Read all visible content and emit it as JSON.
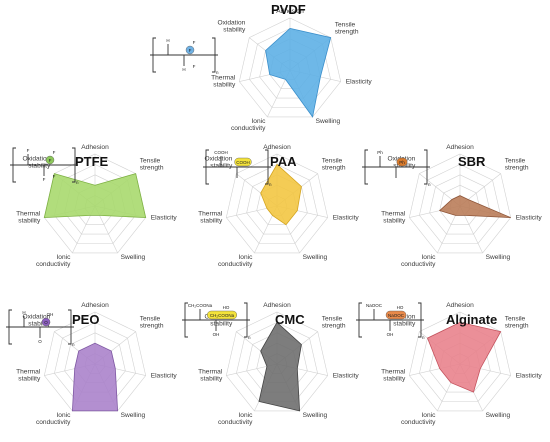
{
  "axes": [
    "Adhesion",
    "Tensile strength",
    "Elasticity",
    "Swelling",
    "Ionic conductivity",
    "Thermal stability",
    "Oxidation stability"
  ],
  "axis_lines": [
    [
      "Adhesion"
    ],
    [
      "Tensile",
      "strength"
    ],
    [
      "Elasticity"
    ],
    [
      "Swelling"
    ],
    [
      "Ionic",
      "conductivity"
    ],
    [
      "Thermal",
      "stability"
    ],
    [
      "Oxidation",
      "stability"
    ]
  ],
  "levels": 5,
  "binders": [
    {
      "name": "PVDF",
      "color": "#5aaee5",
      "stroke": "#3b8fcb",
      "values": [
        4,
        5,
        3,
        5,
        1,
        2,
        3
      ],
      "structure": {
        "atoms": [
          "H",
          "H",
          "F",
          "F"
        ],
        "badge": "F",
        "badge_color": "#6fb1e4"
      }
    },
    {
      "name": "PTFE",
      "color": "#a6d86a",
      "stroke": "#7fb245",
      "values": [
        2,
        5,
        5,
        1,
        1,
        5,
        5
      ],
      "structure": {
        "atoms": [
          "F",
          "F",
          "F",
          "F"
        ],
        "badge": "F",
        "badge_color": "#8dc85a"
      }
    },
    {
      "name": "PAA",
      "color": "#f2c53d",
      "stroke": "#d6a620",
      "values": [
        4,
        3,
        2,
        2,
        1,
        1,
        2
      ],
      "structure": {
        "atoms": [
          "COOH"
        ],
        "badge": "COOH",
        "badge_color": "#f3e23a"
      }
    },
    {
      "name": "SBR",
      "color": "#b87a55",
      "stroke": "#8e5538",
      "values": [
        1,
        1,
        5,
        1,
        1,
        2,
        1
      ],
      "structure": {
        "atoms": [
          "Ph"
        ],
        "badge": "Ph",
        "badge_color": "#d97a2b"
      }
    },
    {
      "name": "PEO",
      "color": "#a97fc9",
      "stroke": "#7f58a3",
      "values": [
        2,
        2,
        2,
        5,
        5,
        2,
        2
      ],
      "structure": {
        "atoms": [
          "H",
          "O",
          "OH"
        ],
        "badge": "O",
        "badge_color": "#8c5fc0"
      }
    },
    {
      "name": "CMC",
      "color": "#6b6b6b",
      "stroke": "#444444",
      "values": [
        4,
        3,
        2,
        5,
        4,
        1,
        2
      ],
      "structure": {
        "atoms": [
          "CH₂COONa",
          "OH",
          "HO"
        ],
        "badge": "CH₂COONa",
        "badge_color": "#f3e23a"
      }
    },
    {
      "name": "Alginate",
      "color": "#e8808a",
      "stroke": "#c4525d",
      "values": [
        4,
        5,
        2,
        3,
        2,
        2,
        4
      ],
      "structure": {
        "atoms": [
          "NaOOC",
          "OH",
          "HO"
        ],
        "badge": "NaOOC",
        "badge_color": "#e8894a"
      }
    }
  ]
}
